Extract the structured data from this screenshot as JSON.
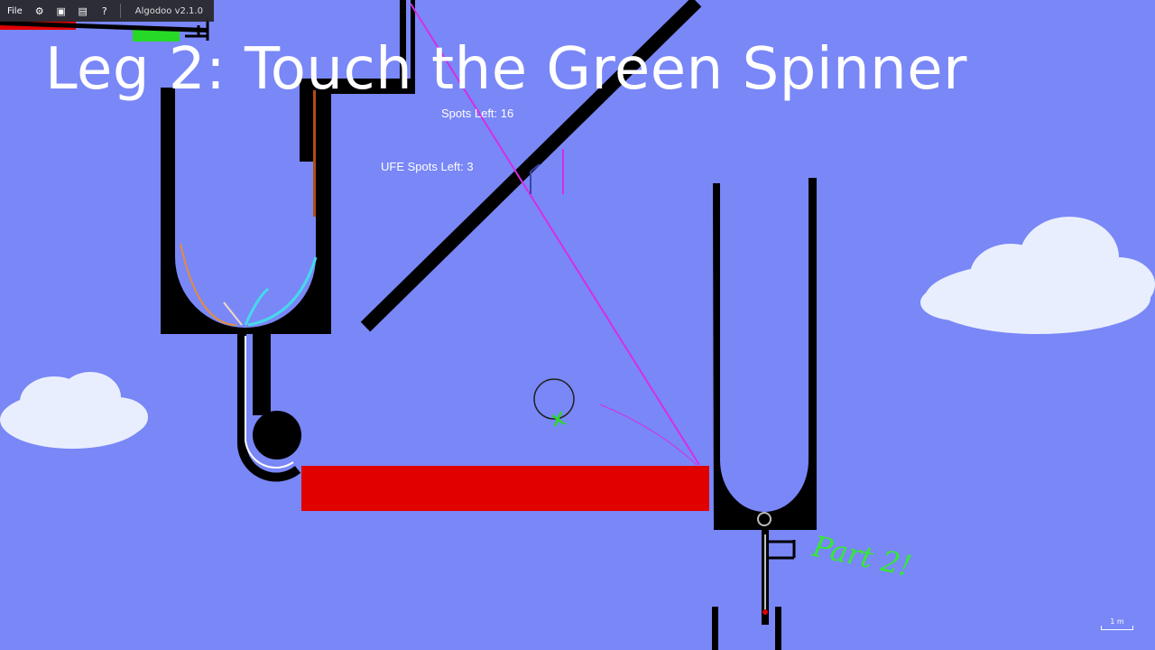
{
  "toolbar": {
    "file_label": "File",
    "settings_icon": "gear-icon",
    "play_icon": "play-icon",
    "window_icon": "window-icon",
    "help_label": "?",
    "app_version": "Algodoo v2.1.0"
  },
  "scene": {
    "title": "Leg 2: Touch the Green Spinner",
    "spots_left": "Spots Left: 16",
    "ufe_spots_left": "UFE Spots Left: 3",
    "note": "Part 2!",
    "scale_label": "1 m",
    "colors": {
      "sky": "#7987f7",
      "wall": "#000000",
      "hazard": "#e10000",
      "goal": "#27d927",
      "laser": "#d62ee6"
    }
  }
}
